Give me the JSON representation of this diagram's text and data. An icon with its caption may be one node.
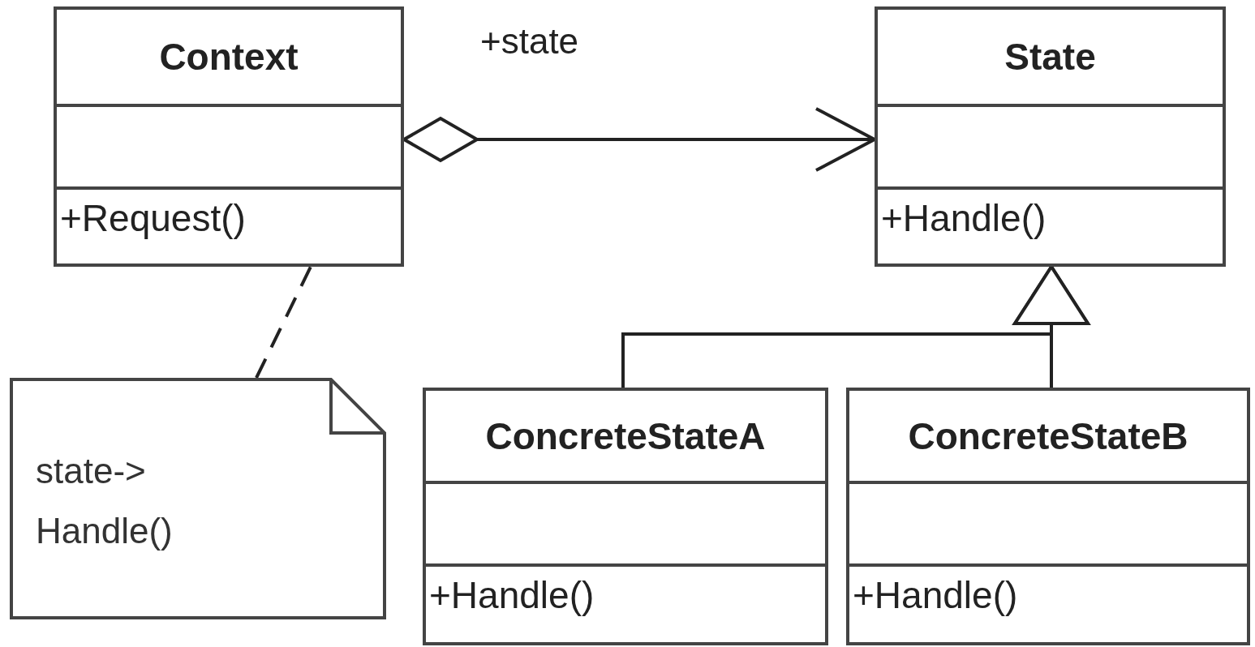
{
  "diagram": {
    "nodes": [
      {
        "text": [
          "Context",
          "+Request()"
        ]
      },
      {
        "text": [
          "State",
          "+Handle()"
        ]
      },
      {
        "text": [
          "ConcreteStateA",
          "+Handle()"
        ]
      },
      {
        "text": [
          "ConcreteStateB",
          "+Handle()"
        ]
      },
      {
        "text": [
          "state-> Handle()"
        ]
      }
    ],
    "edges": [
      {
        "from": 0,
        "to": 1,
        "arrow": "to",
        "label": "+state"
      },
      {
        "from": 2,
        "to": 1,
        "arrow": "to"
      },
      {
        "from": 3,
        "to": 1,
        "arrow": "to"
      },
      {
        "from": 4,
        "to": 0,
        "arrow": "none",
        "style": "dashed"
      }
    ]
  }
}
